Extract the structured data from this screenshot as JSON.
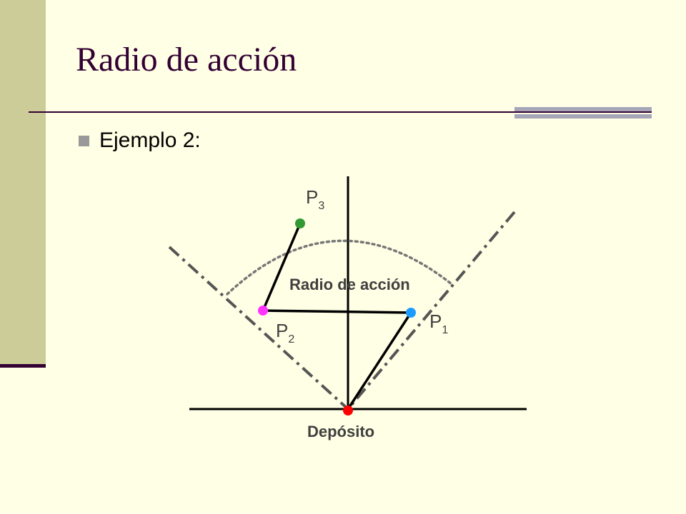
{
  "slide": {
    "title": "Radio de acción",
    "bullets": [
      {
        "text": "Ejemplo 2:"
      }
    ]
  },
  "diagram": {
    "range_label": "Radio de acción",
    "depot_label": "Depósito",
    "points": [
      {
        "id": "P1",
        "letter": "P",
        "sub": "1",
        "color": "#1e9bff"
      },
      {
        "id": "P2",
        "letter": "P",
        "sub": "2",
        "color": "#ff33ff"
      },
      {
        "id": "P3",
        "letter": "P",
        "sub": "3",
        "color": "#339933"
      }
    ],
    "depot_color": "#ff0000"
  },
  "colors": {
    "sidebar": "#cccc99",
    "title": "#330033",
    "background": "#ffffe5"
  }
}
